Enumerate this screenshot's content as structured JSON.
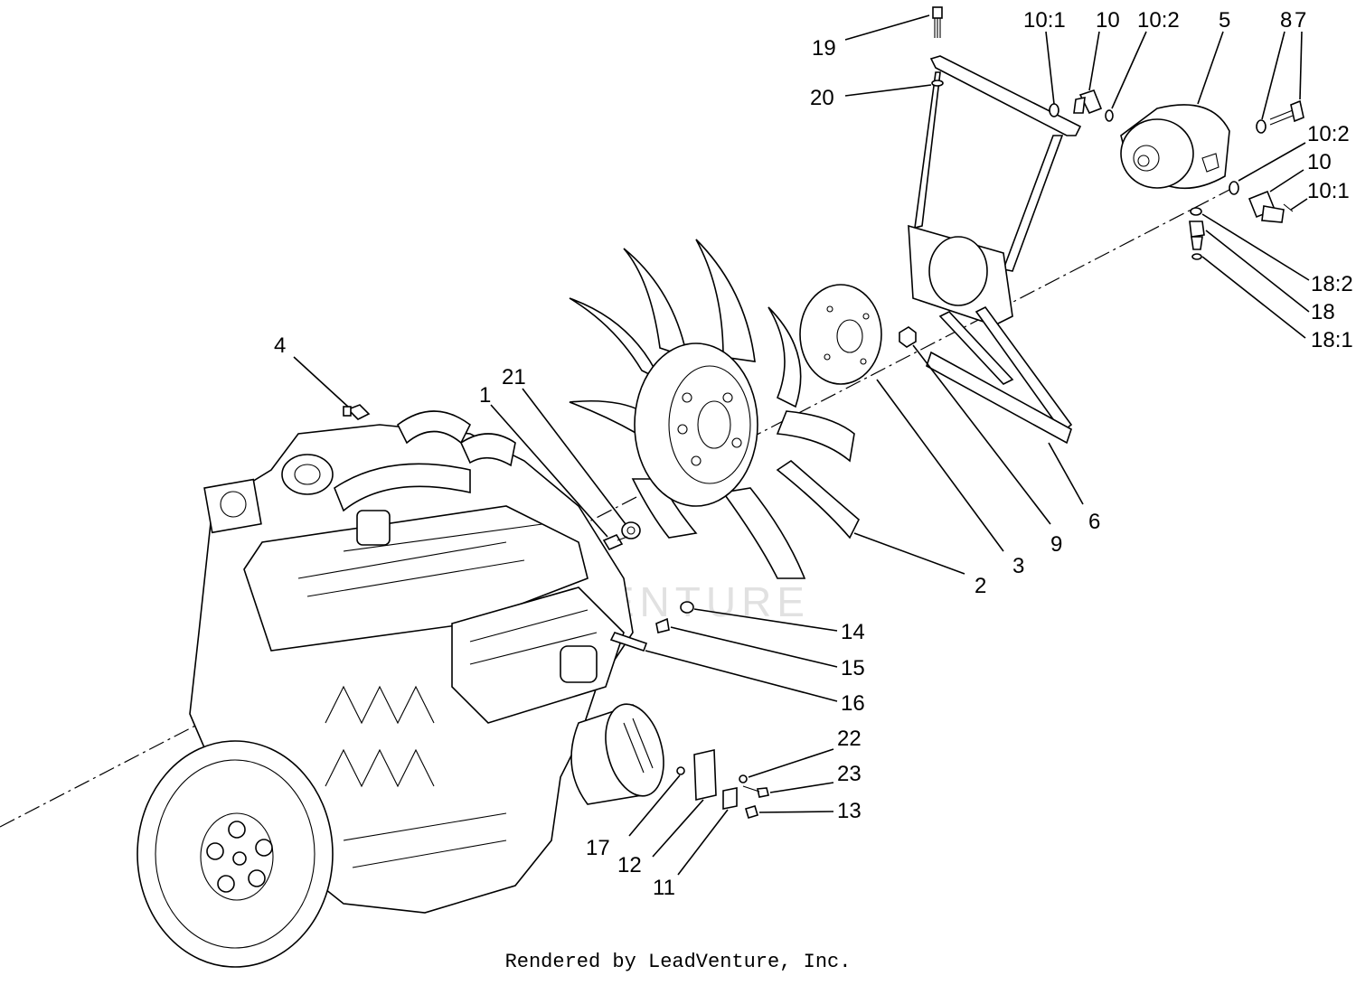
{
  "watermark": "LEADVENTURE",
  "footer": "Rendered by LeadVenture, Inc.",
  "callouts": {
    "c19": "19",
    "c20": "20",
    "c10_1a": "10:1",
    "c10a": "10",
    "c10_2a": "10:2",
    "c5": "5",
    "c8": "8",
    "c7": "7",
    "c10_2b": "10:2",
    "c10b": "10",
    "c10_1b": "10:1",
    "c18_2": "18:2",
    "c18": "18",
    "c18_1": "18:1",
    "c4": "4",
    "c21": "21",
    "c1": "1",
    "c9": "9",
    "c6": "6",
    "c3": "3",
    "c2": "2",
    "c14": "14",
    "c15": "15",
    "c16": "16",
    "c22": "22",
    "c23": "23",
    "c13": "13",
    "c17": "17",
    "c12": "12",
    "c11": "11"
  }
}
